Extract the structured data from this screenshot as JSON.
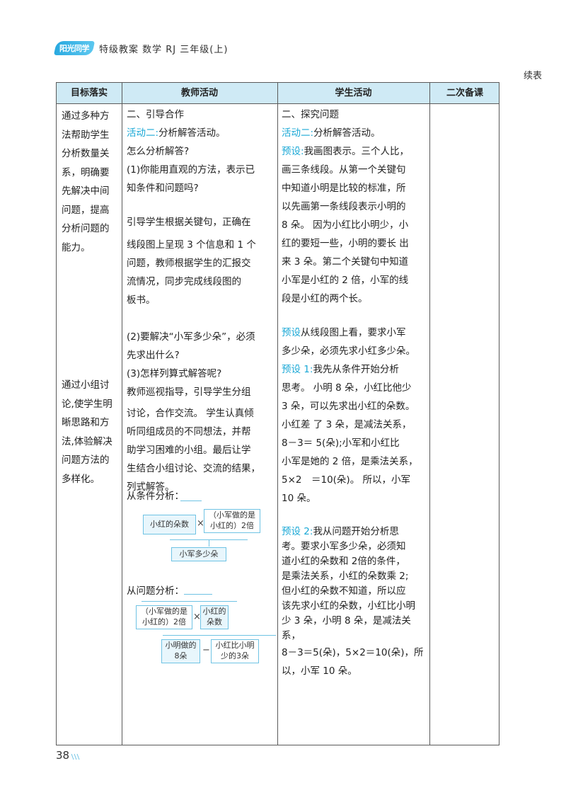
{
  "header": {
    "logo_text": "阳光同学",
    "title": "特级教案  数学  RJ 三年级(上)"
  },
  "continue_label": "续表",
  "columns": [
    "目标落实",
    "教师活动",
    "学生活动",
    "二次备课"
  ],
  "goals": {
    "goal1": [
      "通过多种方",
      "法帮助学生",
      "分析数量关",
      "系，明确要",
      "先解决中间",
      "问题，提高",
      "分析问题的",
      "能力。"
    ],
    "goal2": [
      "通过小组讨",
      "论,使学生明",
      "晰思路和方",
      "法,体验解决",
      "问题方法的",
      "多样化。"
    ]
  },
  "teacher": {
    "section": "二、引导合作",
    "activity_label": "活动二:",
    "activity_text": "分析解答活动。",
    "q_intro": "怎么分析解答?",
    "q1": [
      "(1)你能用直观的方法，表示已",
      "知条件和问题吗?"
    ],
    "guide1": [
      "引导学生根据关键句，正确在",
      "线段图上呈现 3 个信息和 1 个",
      "问题，教师根据学生的汇报交",
      "流情况，同步完成线段图的",
      "板书。"
    ],
    "q2": [
      "(2)要解决“小军多少朵”，必须",
      "先求出什么?"
    ],
    "q3": "(3)怎样列算式解答呢?",
    "guide2": [
      "教师巡视指导，引导学生分组",
      "讨论，合作交流。 学生认真倾",
      "听同组成员的不同想法，并帮",
      "助学习困难的小组。最后让学",
      "生结合小组讨论、交流的结果，",
      "列式解答。"
    ],
    "cond_label": "从条件分析：",
    "cond_box1": "小红的朵数",
    "cond_box2": [
      "（小军做的是",
      "小红的）2倍"
    ],
    "cond_box3": "小军多少朵",
    "q_label": "从问题分析：",
    "q_box1": [
      "（小军做的是",
      "小红的）2倍"
    ],
    "q_box2": [
      "小红的",
      "朵数"
    ],
    "q_box3": [
      "小明做的",
      "8朵"
    ],
    "q_box4": [
      "小红比小明",
      "少的3朵"
    ],
    "times_sign": "×",
    "minus_sign": "−"
  },
  "student": {
    "section": "二、探究问题",
    "activity_label": "活动二:",
    "activity_text": "分析解答活动。",
    "preset_label": "预设:",
    "p0": [
      "我画图表示。三个人比，",
      "画三条线段。从第一个关键句",
      "中知道小明是比较的标准，所",
      "以先画第一条线段表示小明的",
      "8 朵。 因为小红比小明少，小",
      "红的要短一些，小明的要长 出",
      "来 3 朵。第二个关键句中知道",
      "小军是小红的 2 倍，小军的线",
      "段是小红的两个长。"
    ],
    "preset2_label": "预设",
    "p1": [
      "从线段图上看，要求小军",
      "多少朵，必须先求小红多少朵。"
    ],
    "preset3_label": "预设 1:",
    "p2": [
      "我先从条件开始分析",
      "思考。 小明 8 朵，小红比他少",
      "3 朵，可以先求出小红的朵数。",
      "小红差 了 3 朵，是减法关系，",
      "8－3＝ 5(朵);小军和小红比",
      "小军是她的 2 倍，是乘法关系，",
      "5×2　＝10(朵)。 所以，小军",
      "10 朵。"
    ],
    "preset4_label": "预设 2:",
    "p3": [
      "我从问题开始分析思",
      "考。要求小军多少朵，必须知",
      "道小红的朵数和 2倍的条件，",
      "是乘法关系，小红的朵数乘 2;",
      "但小红的朵数不知道，所以应",
      "该先求小红的朵数，小红比小明",
      "少 3 朵，小明 8 朵，是减法关系，",
      "8－3＝5(朵)，5×2＝10(朵)，所",
      "以，小军 10 朵。"
    ]
  },
  "page_number": "38",
  "colors": {
    "accent": "#1aa8d6",
    "header_bg": "#cfeaf5",
    "box_border": "#6fc3e4"
  }
}
